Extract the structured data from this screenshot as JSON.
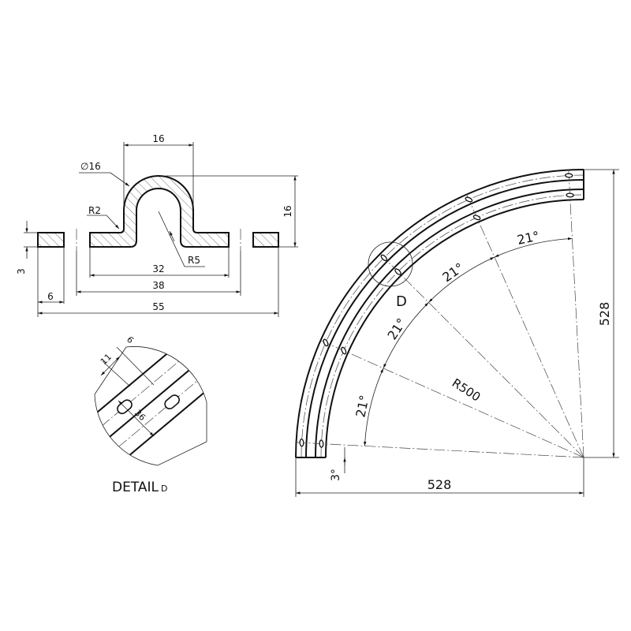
{
  "section_view": {
    "dim_top_width": "16",
    "dim_diameter": "∅16",
    "dim_fillet": "R2",
    "dim_height": "16",
    "dim_thickness": "3",
    "dim_inner_radius": "R5",
    "dim_32": "32",
    "dim_38": "38",
    "dim_6": "6",
    "dim_55": "55"
  },
  "detail_view": {
    "dim_6": "6",
    "dim_11": "11",
    "dim_36": "36",
    "title": "DETAIL",
    "title_letter": "D"
  },
  "arc_view": {
    "angles": [
      "21°",
      "21°",
      "21°",
      "21°"
    ],
    "start_angle": "3°",
    "radius": "R500",
    "width": "528",
    "height": "528",
    "detail_label": "D",
    "hole_angles_deg": [
      3,
      24,
      45,
      66,
      87
    ]
  }
}
